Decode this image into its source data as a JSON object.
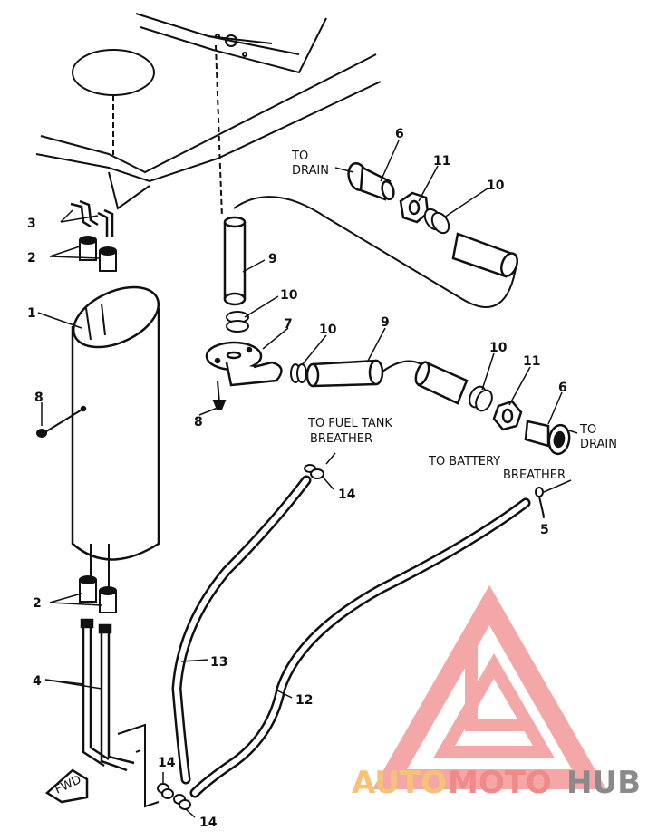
{
  "callouts": {
    "n1": "1",
    "n2a": "2",
    "n2b": "2",
    "n3": "3",
    "n4": "4",
    "n5": "5",
    "n6a": "6",
    "n6b": "6",
    "n7": "7",
    "n8a": "8",
    "n8b": "8",
    "n9a": "9",
    "n9b": "9",
    "n10a": "10",
    "n10b": "10",
    "n10c": "10",
    "n10d": "10",
    "n11a": "11",
    "n11b": "11",
    "n12": "12",
    "n13": "13",
    "n14a": "14",
    "n14b": "14",
    "n14c": "14"
  },
  "notes": {
    "to_drain_top_1": "TO",
    "to_drain_top_2": "DRAIN",
    "to_drain_right_1": "TO",
    "to_drain_right_2": "DRAIN",
    "fuel_tank_1": "TO FUEL TANK",
    "fuel_tank_2": "BREATHER",
    "battery_1": "TO BATTERY",
    "battery_2": "BREATHER",
    "fwd": "FWD"
  },
  "watermark": {
    "part1": "AUTO",
    "part2": "MOTO",
    "part3": "HUB",
    "color_orange": "#f5c27a",
    "color_red": "#f08a8a",
    "color_gray": "#8a8a8a"
  }
}
